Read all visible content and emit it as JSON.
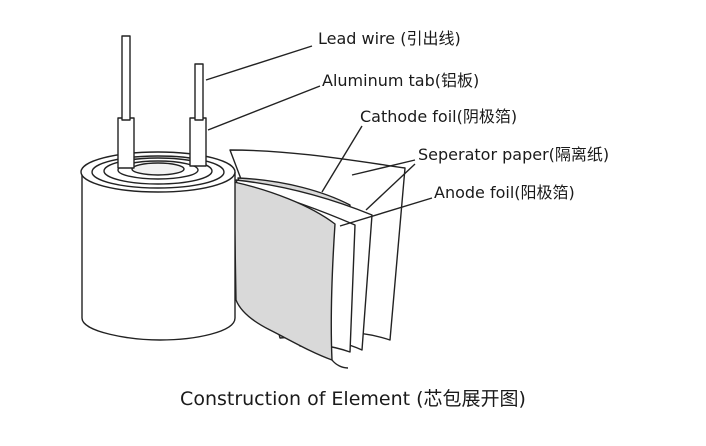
{
  "labels": {
    "lead_wire": "Lead wire (引出线)",
    "aluminum_tab": "Aluminum tab(铝板)",
    "cathode_foil": "Cathode foil(阴极箔)",
    "separator_paper": "Seperator paper(隔离纸)",
    "anode_foil": "Anode foil(阳极箔)"
  },
  "caption": "Construction of Element (芯包展开图)",
  "colors": {
    "line": "#222222",
    "foil_fill": "#d9d9d9",
    "paper_fill": "#ffffff"
  }
}
